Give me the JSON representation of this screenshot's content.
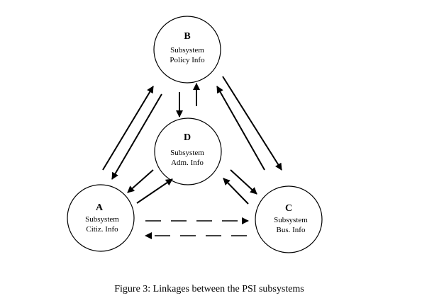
{
  "nodes": {
    "b": {
      "letter": "B",
      "line1": "Subsystem",
      "line2": "Policy Info"
    },
    "d": {
      "letter": "D",
      "line1": "Subsystem",
      "line2": "Adm. Info"
    },
    "a": {
      "letter": "A",
      "line1": "Subsystem",
      "line2": "Citiz. Info"
    },
    "c": {
      "letter": "C",
      "line1": "Subsystem",
      "line2": "Bus. Info"
    }
  },
  "caption": "Figure 3: Linkages between the PSI subsystems"
}
